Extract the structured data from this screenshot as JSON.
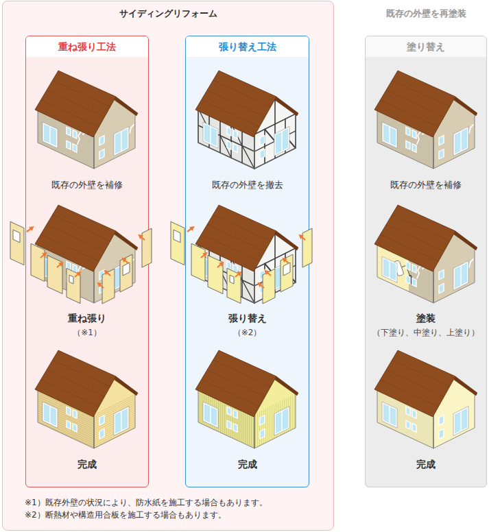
{
  "diagram": {
    "nodes": [
      {
        "text": [
          "サイディングリフォーム"
        ]
      },
      {
        "text": [
          "重ね張り工法",
          "既存の外壁を補修",
          "重ね張り",
          "（※1）",
          "完成"
        ],
        "in": 0
      },
      {
        "text": [
          "張り替え工法",
          "既存の外壁を撤去",
          "張り替え",
          "（※2）",
          "完成"
        ],
        "in": 0
      },
      {
        "text": [
          "既存の外壁を再塗装",
          "塗り替え",
          "既存の外壁を補修",
          "塗装",
          "（下塗り、中塗り、上塗り）",
          "完成"
        ]
      }
    ],
    "labels": [
      "※1）既存外壁の状況により、防水紙を施工する場合もあります。",
      "※2）断熱材や構造用合板を施工する場合もあります。"
    ]
  }
}
